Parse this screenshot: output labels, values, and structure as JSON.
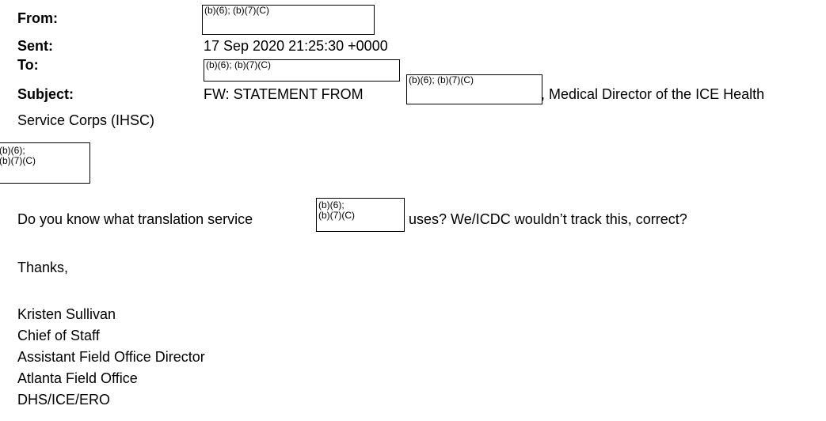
{
  "header": {
    "from_label": "From:",
    "sent_label": "Sent:",
    "sent_value": "17 Sep 2020 21:25:30 +0000",
    "to_label": "To:",
    "subject_label": "Subject:",
    "subject_prefix": "FW: STATEMENT FROM",
    "subject_suffix": ", Medical Director of the ICE Health",
    "subject_continuation": "Service Corps (IHSC)"
  },
  "redactions": {
    "from_code": "(b)(6); (b)(7)(C)",
    "to_code": "(b)(6); (b)(7)(C)",
    "subject_code": "(b)(6); (b)(7)(C)",
    "salutation_code_line1": "(b)(6);",
    "salutation_code_line2": "(b)(7)(C)",
    "inline_code_line1": "(b)(6);",
    "inline_code_line2": "(b)(7)(C)"
  },
  "body": {
    "question_prefix": "Do you know what translation service",
    "question_suffix": "uses?  We/ICDC wouldn’t track this, correct?",
    "closing": "Thanks,"
  },
  "signature": {
    "name": "Kristen Sullivan",
    "line1": "Chief of Staff",
    "line2": "Assistant Field Office Director",
    "line3": "Atlanta Field Office",
    "line4": "DHS/ICE/ERO"
  }
}
